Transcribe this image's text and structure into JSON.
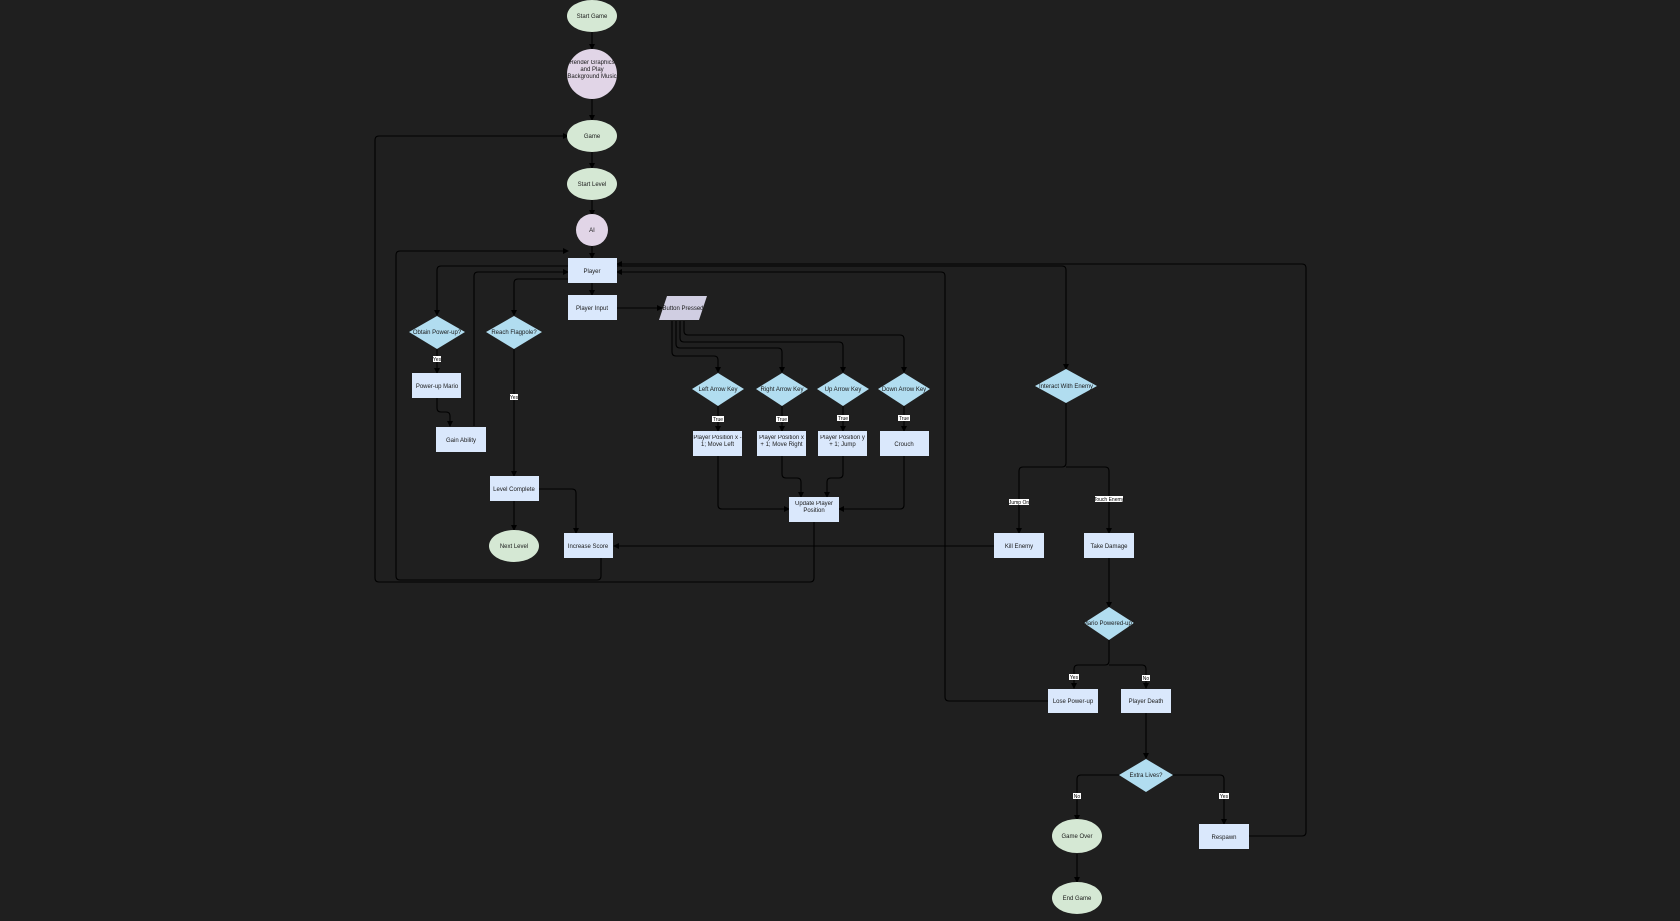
{
  "colors": {
    "background": "#1f1f1f",
    "terminal": "#d5e8d4",
    "circle": "#e1d5e7",
    "process": "#dae8fc",
    "decision": "#b1ddf0",
    "io": "#d0cee2",
    "edge": "#000000"
  },
  "nodes": {
    "start_game": "Start Game",
    "render": "Render Graphics and Play Background Music",
    "game": "Game",
    "start_level": "Start Level",
    "ai": "AI",
    "player": "Player",
    "player_input": "Player Input",
    "button_pressed": "Button Pressed",
    "obtain_powerup": "Obtain Power-up?",
    "reach_flagpole": "Reach Flagpole?",
    "powerup_mario": "Power-up Mario",
    "gain_ability": "Gain Ability",
    "level_complete": "Level Complete",
    "next_level": "Next Level",
    "increase_score": "Increase Score",
    "left_key": "Left Arrow Key",
    "right_key": "Right Arrow Key",
    "up_key": "Up Arrow Key",
    "down_key": "Down Arrow Key",
    "move_left": "Player Position x - 1; Move Left",
    "move_right": "Player Position x + 1; Move Right",
    "jump": "Player Position y + 1; Jump",
    "crouch": "Crouch",
    "update_position": "Update Player Position",
    "interact_enemy": "Interact With Enemy",
    "kill_enemy": "Kill Enemy",
    "take_damage": "Take Damage",
    "mario_powered": "Mario Powered-up?",
    "lose_powerup": "Lose Power-up",
    "player_death": "Player Death",
    "extra_lives": "Extra Lives?",
    "game_over": "Game Over",
    "respawn": "Respawn",
    "end_game": "End Game"
  },
  "edge_labels": {
    "obtain_yes": "Yes",
    "flag_yes": "Yes",
    "left_true": "True",
    "right_true": "True",
    "up_true": "True",
    "down_true": "True",
    "jump_on": "Jump On",
    "touch_enemy": "Touch Enemy",
    "powered_yes": "Yes",
    "powered_no": "No",
    "lives_no": "No",
    "lives_yes": "Yes"
  }
}
